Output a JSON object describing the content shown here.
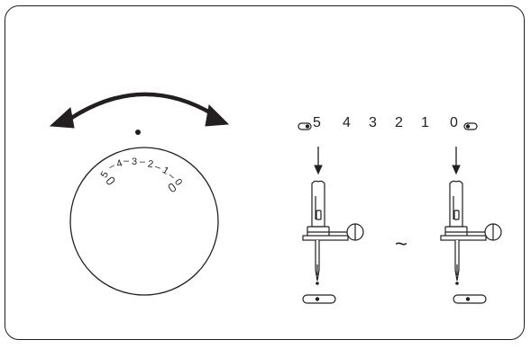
{
  "colors": {
    "ink": "#231f20",
    "background": "#ffffff"
  },
  "dial": {
    "numbers": [
      "5",
      "4",
      "3",
      "2",
      "1",
      "0"
    ],
    "separator": "–"
  },
  "scale": {
    "labels": [
      "5",
      "4",
      "3",
      "2",
      "1",
      "0"
    ]
  },
  "separator_symbol": "~",
  "icons": [
    "double-arrow-icon",
    "indicator-dot-icon",
    "thread-hole-icon",
    "down-arrow-icon",
    "needle-clamp-icon",
    "needle-plate-slot-icon"
  ]
}
